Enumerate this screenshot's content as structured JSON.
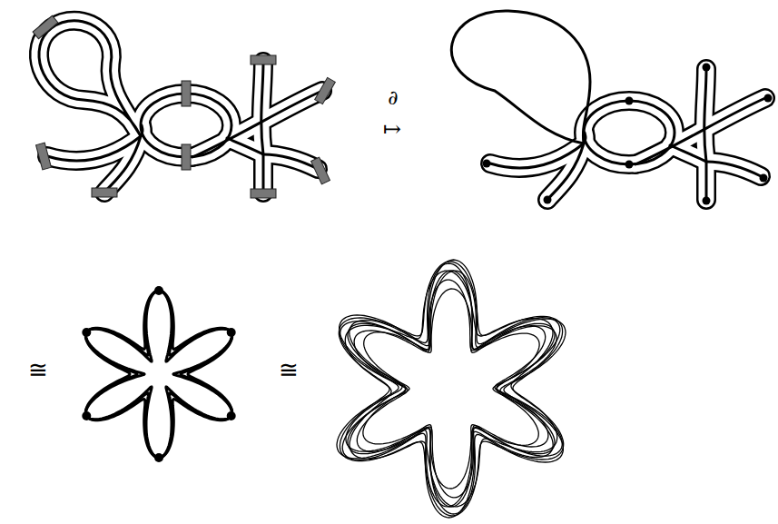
{
  "diagram": {
    "labels": [
      "∂",
      "↦",
      "≅",
      "≅"
    ]
  }
}
